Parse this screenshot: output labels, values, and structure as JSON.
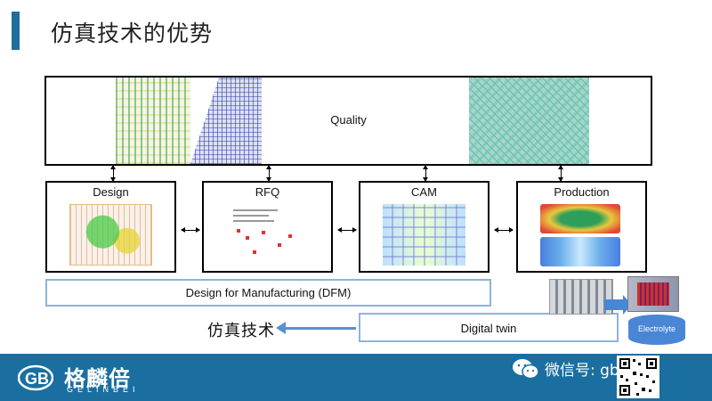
{
  "title": "仿真技术的优势",
  "quality": {
    "label": "Quality"
  },
  "stages": [
    {
      "label": "Design"
    },
    {
      "label": "RFQ"
    },
    {
      "label": "CAM"
    },
    {
      "label": "Production"
    }
  ],
  "dfm": {
    "label": "Design for Manufacturing (DFM)"
  },
  "digital_twin": {
    "label": "Digital twin"
  },
  "simulation_label": "仿真技术",
  "electrolyte": {
    "label": "Electrolyte"
  },
  "footer": {
    "brand_cn": "格麟倍",
    "brand_en": "GELINBEI",
    "wechat_text": "微信号: gbchina",
    "color": "#1a6fa0"
  },
  "colors": {
    "accent": "#1f6e9d",
    "panel_border": "#8fb3dc",
    "arrow_blue": "#5b8fd0"
  },
  "icons": [
    "wechat-icon",
    "qr-code",
    "logo-mark"
  ]
}
